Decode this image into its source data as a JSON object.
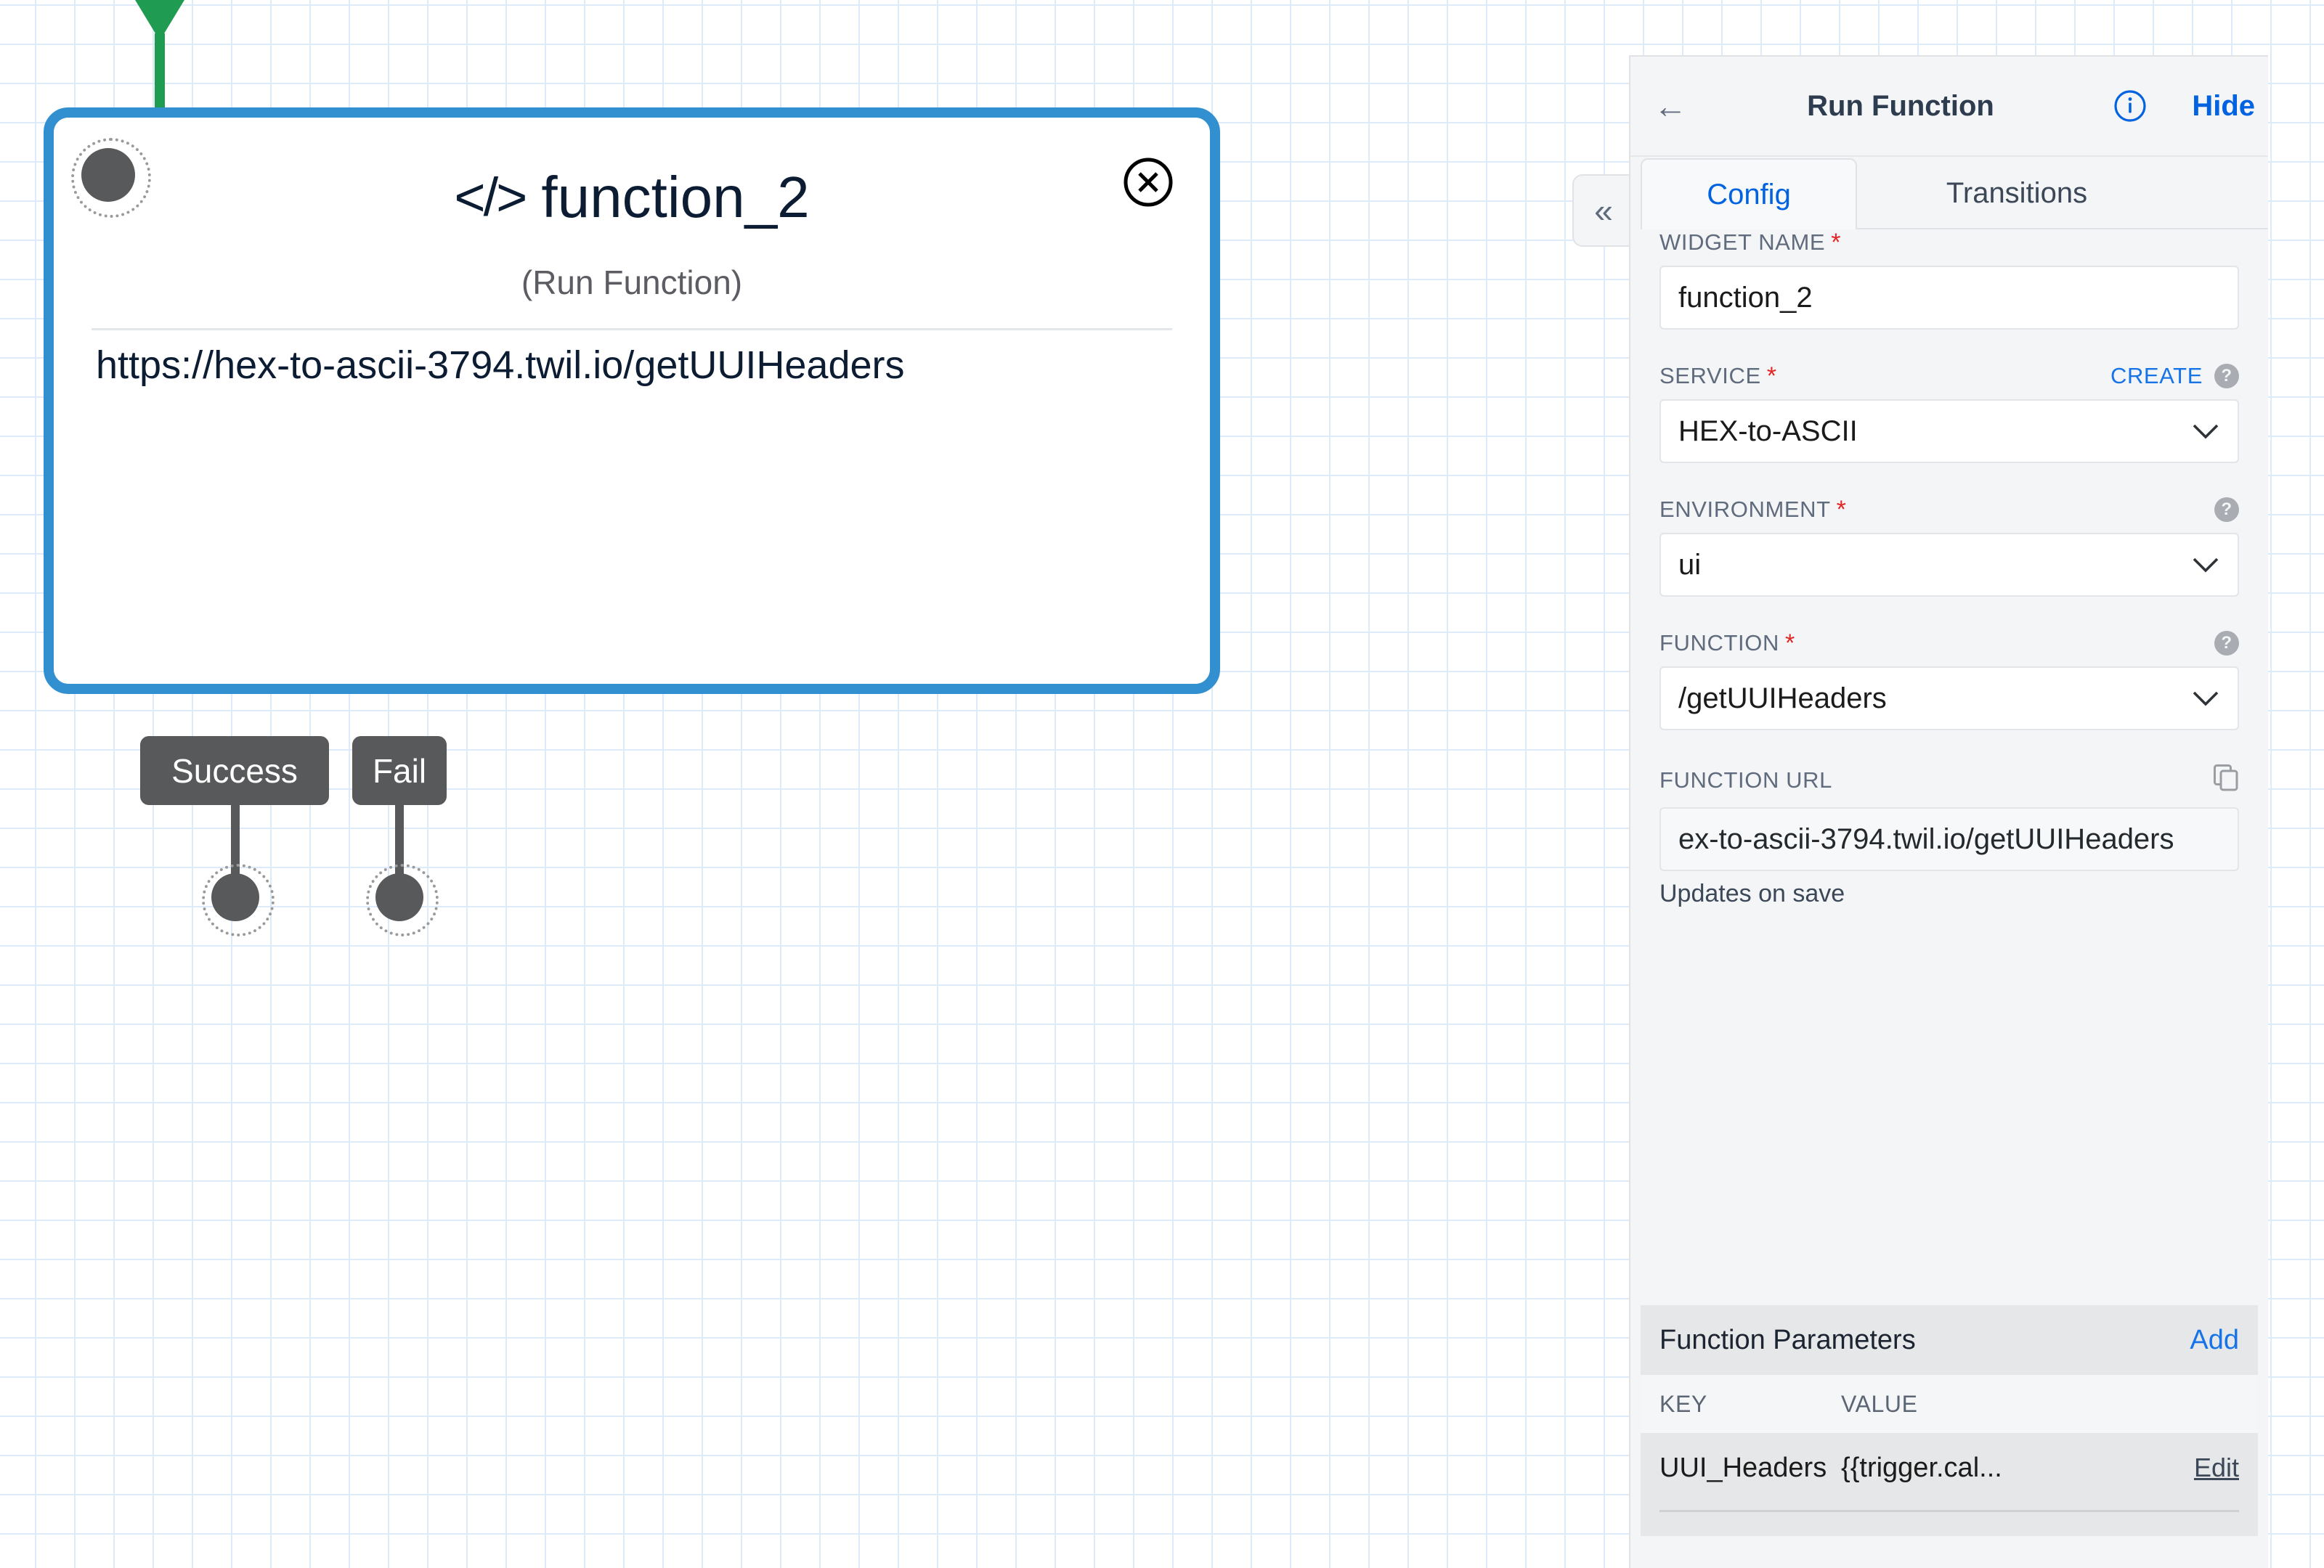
{
  "canvas": {
    "node": {
      "title": "function_2",
      "code_icon": "</>",
      "subtitle": "(Run Function)",
      "url": "https://hex-to-ascii-3794.twil.io/getUUIHeaders",
      "close_icon": "close-circle-icon",
      "input_connector": "input-connector-dot",
      "transitions": [
        {
          "label": "Success"
        },
        {
          "label": "Fail"
        }
      ]
    },
    "selection_color": "#3290d0",
    "grid_color": "#dceaf9",
    "incoming_connector_color": "#1f9c52"
  },
  "panel": {
    "collapse_icon": "«",
    "back_icon": "←",
    "title": "Run Function",
    "info_icon": "info-circle-icon",
    "hide_label": "Hide",
    "tabs": [
      {
        "label": "Config",
        "active": true
      },
      {
        "label": "Transitions",
        "active": false
      }
    ],
    "fields": {
      "widget_name": {
        "label": "WIDGET NAME",
        "required": "*",
        "value": "function_2"
      },
      "service": {
        "label": "SERVICE",
        "required": "*",
        "create_label": "CREATE",
        "help_icon": "question-mark-icon",
        "value": "HEX-to-ASCII",
        "chevron": "chevron-down-icon"
      },
      "environment": {
        "label": "ENVIRONMENT",
        "required": "*",
        "help_icon": "question-mark-icon",
        "value": "ui",
        "chevron": "chevron-down-icon"
      },
      "function": {
        "label": "FUNCTION",
        "required": "*",
        "help_icon": "question-mark-icon",
        "value": "/getUUIHeaders",
        "chevron": "chevron-down-icon"
      },
      "function_url": {
        "label": "FUNCTION URL",
        "copy_icon": "copy-icon",
        "value": "ex-to-ascii-3794.twil.io/getUUIHeaders",
        "hint": "Updates on save"
      }
    },
    "parameters": {
      "title": "Function Parameters",
      "add_label": "Add",
      "columns": [
        "KEY",
        "VALUE"
      ],
      "action_label": "Edit",
      "rows": [
        {
          "key": "UUI_Headers",
          "value": "{{trigger.cal...",
          "action": "Edit"
        }
      ]
    },
    "accent_blue": "#0263e0",
    "link_blue": "#1774e8",
    "background": "#f4f5f6"
  }
}
